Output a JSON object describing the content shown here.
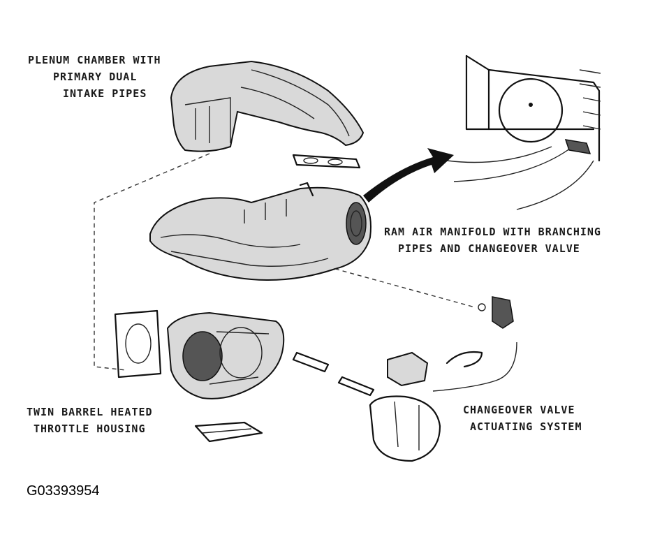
{
  "labels": {
    "plenum": [
      "PLENUM CHAMBER WITH",
      "PRIMARY DUAL",
      "INTAKE PIPES"
    ],
    "ram_air": [
      "RAM AIR MANIFOLD WITH BRANCHING",
      "PIPES AND CHANGEOVER VALVE"
    ],
    "throttle": [
      "TWIN BARREL HEATED",
      "THROTTLE HOUSING"
    ],
    "changeover": [
      "CHANGEOVER VALVE",
      "ACTUATING SYSTEM"
    ]
  },
  "figure_id": "G03393954"
}
